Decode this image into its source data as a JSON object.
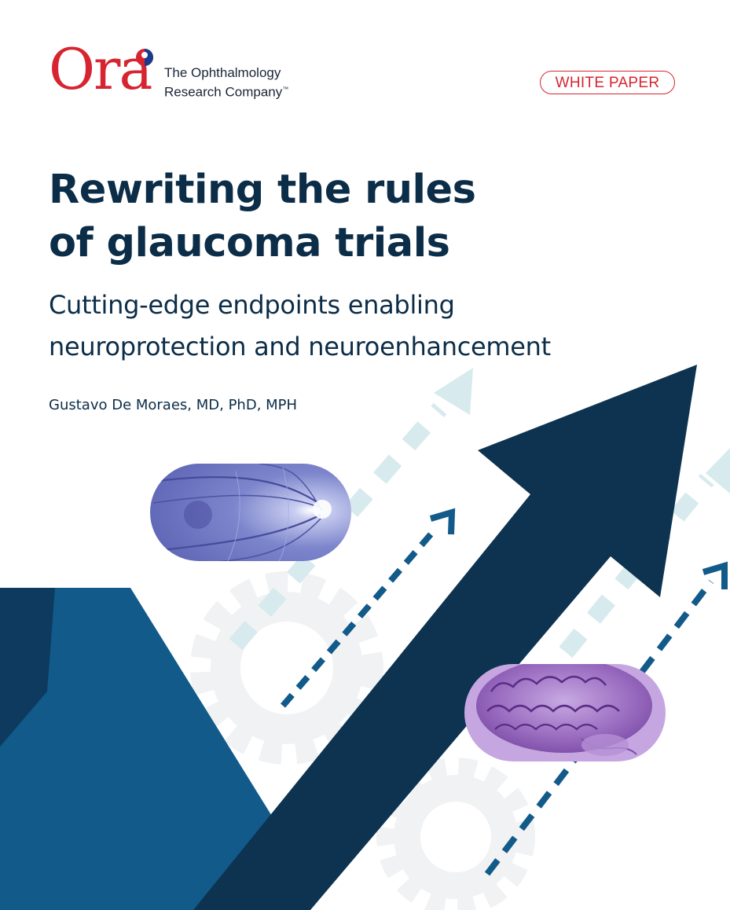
{
  "brand": {
    "logo_text": "Ora",
    "tagline_line1": "The Ophthalmology",
    "tagline_line2": "Research Company",
    "trademark": "™"
  },
  "badge": {
    "label": "WHITE PAPER"
  },
  "title": {
    "line1": "Rewriting the rules",
    "line2": "of glaucoma trials"
  },
  "subtitle": {
    "line1": "Cutting-edge endpoints enabling",
    "line2": "neuroprotection and neuroenhancement"
  },
  "author": "Gustavo De Moraes, MD, PhD, MPH",
  "colors": {
    "brand_red": "#d62531",
    "navy": "#0c2d48",
    "dark_arrow": "#0d3350",
    "mid_blue": "#125a89",
    "light_dash": "#d7eaee",
    "gear_gray": "#f2f3f4",
    "retina_blue": "#6f78c4",
    "brain_purple": "#a077c4"
  },
  "icons": [
    "retina-image-icon",
    "brain-image-icon",
    "gear-icon",
    "trend-arrow-icon",
    "dashed-arrow-icon"
  ]
}
